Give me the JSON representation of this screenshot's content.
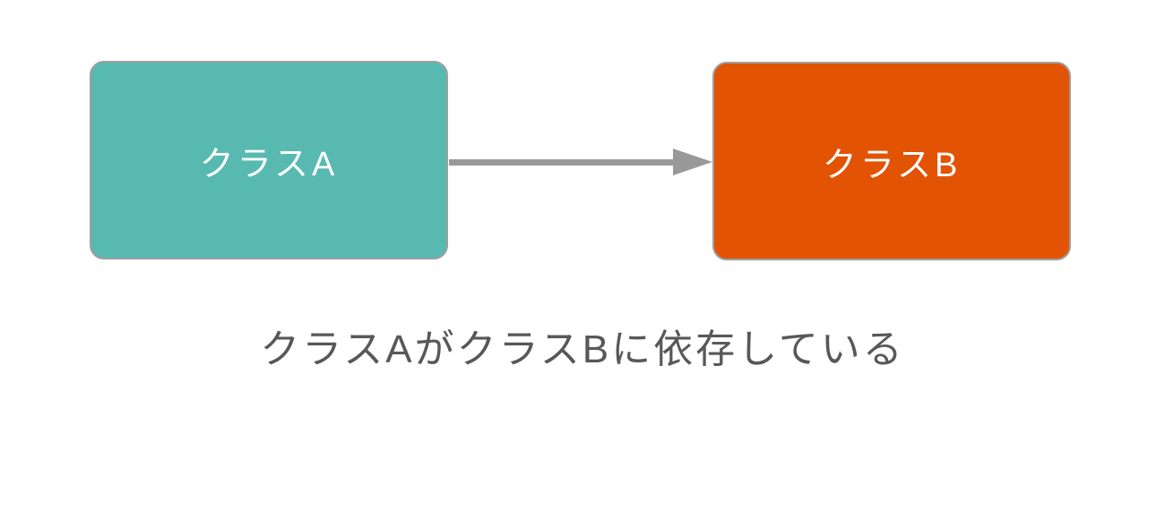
{
  "nodes": {
    "class_a": {
      "label": "クラスA"
    },
    "class_b": {
      "label": "クラスB"
    }
  },
  "arrow": {
    "from": "クラスA",
    "to": "クラスB",
    "direction": "right"
  },
  "caption": {
    "text": "クラスAがクラスBに依存している"
  },
  "colors": {
    "class-a-bg": "#58b9b1",
    "class-b-bg": "#e25304",
    "node-border": "#9e9e9e",
    "node-text": "#ffffff",
    "arrow": "#999999",
    "caption-text": "#58585a"
  }
}
